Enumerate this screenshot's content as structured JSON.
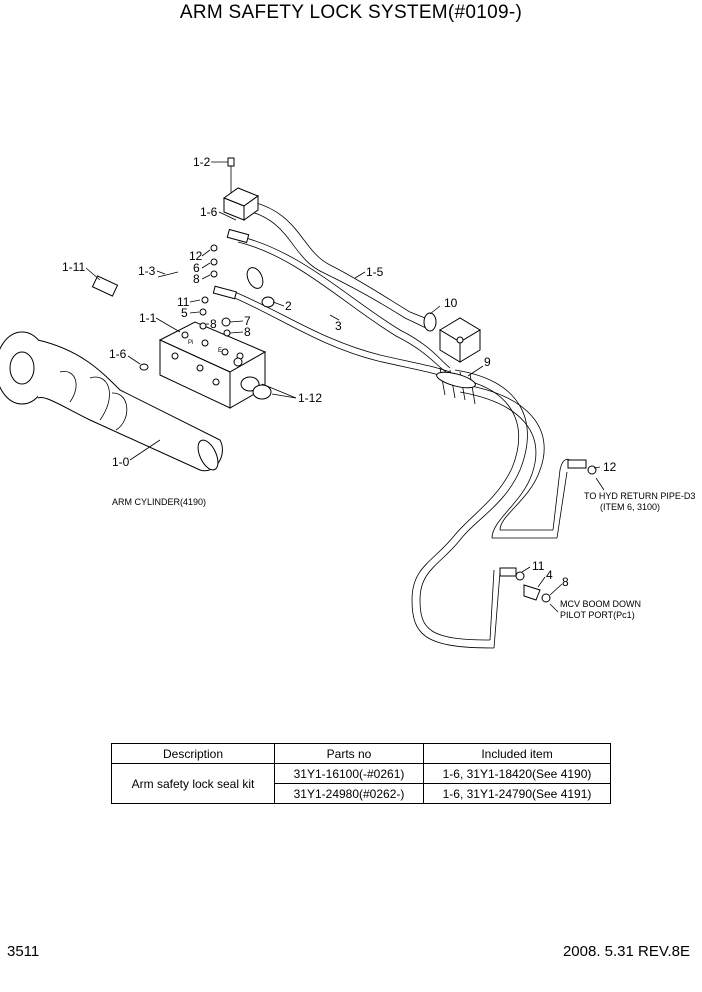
{
  "title": "ARM SAFETY LOCK SYSTEM(#0109-)",
  "callouts": {
    "c1_2": "1-2",
    "c1_6a": "1-6",
    "c12a": "12",
    "c6": "6",
    "c8a": "8",
    "c1_11": "1-11",
    "c1_3": "1-3",
    "c11a": "11",
    "c5": "5",
    "c1_1": "1-1",
    "c8b": "8",
    "c7": "7",
    "c8c": "8",
    "c2": "2",
    "c1_5": "1-5",
    "c3": "3",
    "c10": "10",
    "c9": "9",
    "c1_6b": "1-6",
    "c1_12": "1-12",
    "c1_0": "1-0",
    "c12b": "12",
    "c11b": "11",
    "c4": "4",
    "c8d": "8"
  },
  "block_marks": {
    "pi": "Pi",
    "e": "E"
  },
  "notes": {
    "arm_cylinder": "ARM CYLINDER(4190)",
    "hyd_return_1": "TO HYD RETURN PIPE-D3",
    "hyd_return_2": "(ITEM 6, 3100)",
    "mcv_1": "MCV BOOM DOWN",
    "mcv_2": "PILOT PORT(Pc1)"
  },
  "table": {
    "headers": [
      "Description",
      "Parts no",
      "Included item"
    ],
    "description": "Arm safety lock seal kit",
    "rows": [
      {
        "parts_no": "31Y1-16100(-#0261)",
        "included": "1-6, 31Y1-18420(See 4190)"
      },
      {
        "parts_no": "31Y1-24980(#0262-)",
        "included": "1-6, 31Y1-24790(See 4191)"
      }
    ]
  },
  "footer": {
    "page": "3511",
    "revision": "2008. 5.31 REV.8E"
  }
}
